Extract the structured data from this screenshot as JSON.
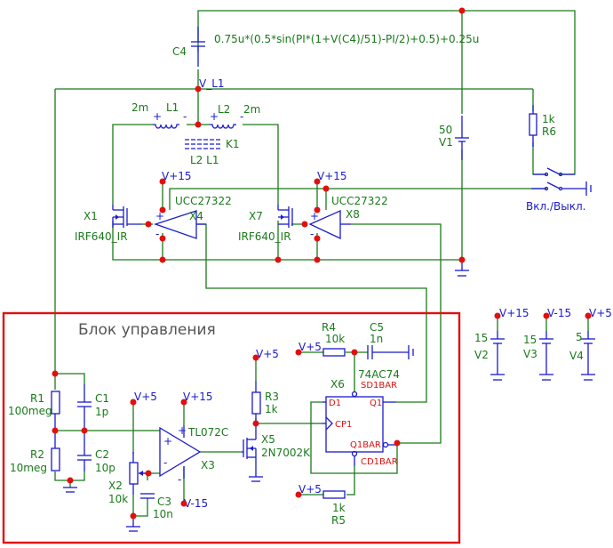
{
  "schematic": {
    "block_title": "Блок управления",
    "c4": {
      "ref": "C4",
      "value_expr": "0.75u*(0.5*sin(PI*(1+V(C4)/51)-PI/2)+0.5)+0.25u"
    },
    "net_label_L1": "V_L1",
    "l1": {
      "ref": "L1",
      "value": "2m"
    },
    "l2": {
      "ref": "L2",
      "value": "2m"
    },
    "k1": {
      "ref": "K1",
      "coupled": "L2 L1"
    },
    "v1": {
      "ref": "V1",
      "value": "50"
    },
    "r6": {
      "ref": "R6",
      "value": "1k"
    },
    "switch_label": "Вкл./Выкл.",
    "x1": {
      "ref": "X1",
      "model": "IRF640_IR"
    },
    "x7": {
      "ref": "X7",
      "model": "IRF640_IR"
    },
    "x4": {
      "ref": "X4",
      "model": "UCC27322"
    },
    "x8": {
      "ref": "X8",
      "model": "UCC27322"
    },
    "rails": {
      "vp15": "V+15",
      "vm15": "V-15",
      "vp5": "V+5"
    },
    "v2": {
      "ref": "V2",
      "value": "15"
    },
    "v3": {
      "ref": "V3",
      "value": "15"
    },
    "v4": {
      "ref": "V4",
      "value": "5"
    },
    "r1": {
      "ref": "R1",
      "value": "100meg"
    },
    "r2": {
      "ref": "R2",
      "value": "10meg"
    },
    "c1": {
      "ref": "C1",
      "value": "1p"
    },
    "c2": {
      "ref": "C2",
      "value": "10p"
    },
    "x2": {
      "ref": "X2",
      "value": "10k"
    },
    "c3": {
      "ref": "C3",
      "value": "10n"
    },
    "x3": {
      "ref": "X3",
      "model": "TL072C"
    },
    "r3": {
      "ref": "R3",
      "value": "1k"
    },
    "x5": {
      "ref": "X5",
      "model": "2N7002K"
    },
    "r4": {
      "ref": "R4",
      "value": "10k"
    },
    "c5": {
      "ref": "C5",
      "value": "1n"
    },
    "x6": {
      "ref": "X6",
      "model": "74AC74",
      "pins": {
        "sd": "SD1BAR",
        "d": "D1",
        "q": "Q1",
        "cp": "CP1",
        "qbar": "Q1BAR",
        "cd": "CD1BAR"
      }
    },
    "r5": {
      "ref": "R5",
      "value": "1k"
    },
    "pin_plus": "+",
    "pin_minus": "-",
    "colors": {
      "wire": "#1a7a1a",
      "component": "#1a1acc",
      "junction": "#e01010",
      "frame": "#e01010"
    }
  }
}
